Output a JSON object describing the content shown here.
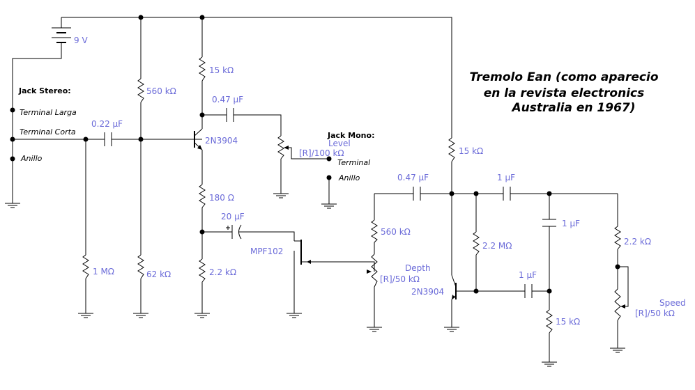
{
  "title": [
    "Tremolo Ean (como aparecio",
    "en la revista electronics",
    "Australia en 1967)"
  ],
  "battery": "9 V",
  "jack_stereo": {
    "heading": "Jack Stereo:",
    "terminal_larga": "Terminal Larga",
    "terminal_corta": "Terminal Corta",
    "anillo": "Anillo"
  },
  "jack_mono": {
    "heading": "Jack Mono:",
    "terminal": "Terminal",
    "anillo": "Anillo"
  },
  "components": {
    "r_560k_bias": "560 kΩ",
    "r_15k_collector": "15 kΩ",
    "c_047_out": "0.47 µF",
    "c_022_in": "0.22 µF",
    "q1": "2N3904",
    "level_name": "Level",
    "level_value": "[R]/100 kΩ",
    "r_180": "180 Ω",
    "c_20u": "20 µF",
    "jfet": "MPF102",
    "r_1m": "1 MΩ",
    "r_62k": "62 kΩ",
    "r_22k_emitter": "2.2 kΩ",
    "r_15k_osc": "15 kΩ",
    "c_047_osc": "0.47 µF",
    "c_1u_a": "1 µF",
    "c_1u_b": "1 µF",
    "c_1u_c": "1 µF",
    "r_560k_depth": "560 kΩ",
    "depth_name": "Depth",
    "depth_value": "[R]/50 kΩ",
    "r_22m": "2.2 MΩ",
    "q2": "2N3904",
    "r_15k_osc_bottom": "15 kΩ",
    "r_22k_speed": "2.2 kΩ",
    "speed_name": "Speed",
    "speed_value": "[R]/50 kΩ"
  }
}
